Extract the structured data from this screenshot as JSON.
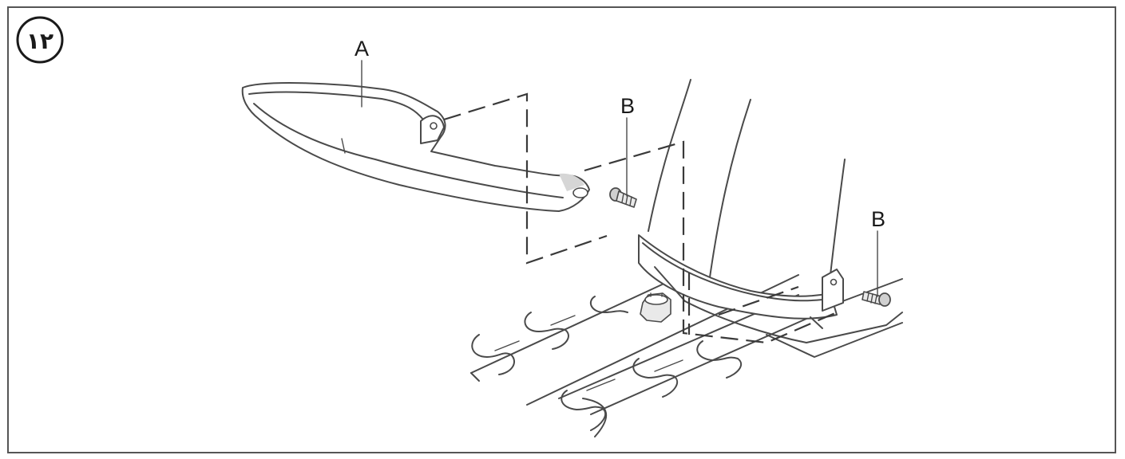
{
  "figure": {
    "step_number": "١٢",
    "labels": {
      "part_a": "A",
      "bolt_b_left": "B",
      "bolt_b_right": "B"
    }
  }
}
